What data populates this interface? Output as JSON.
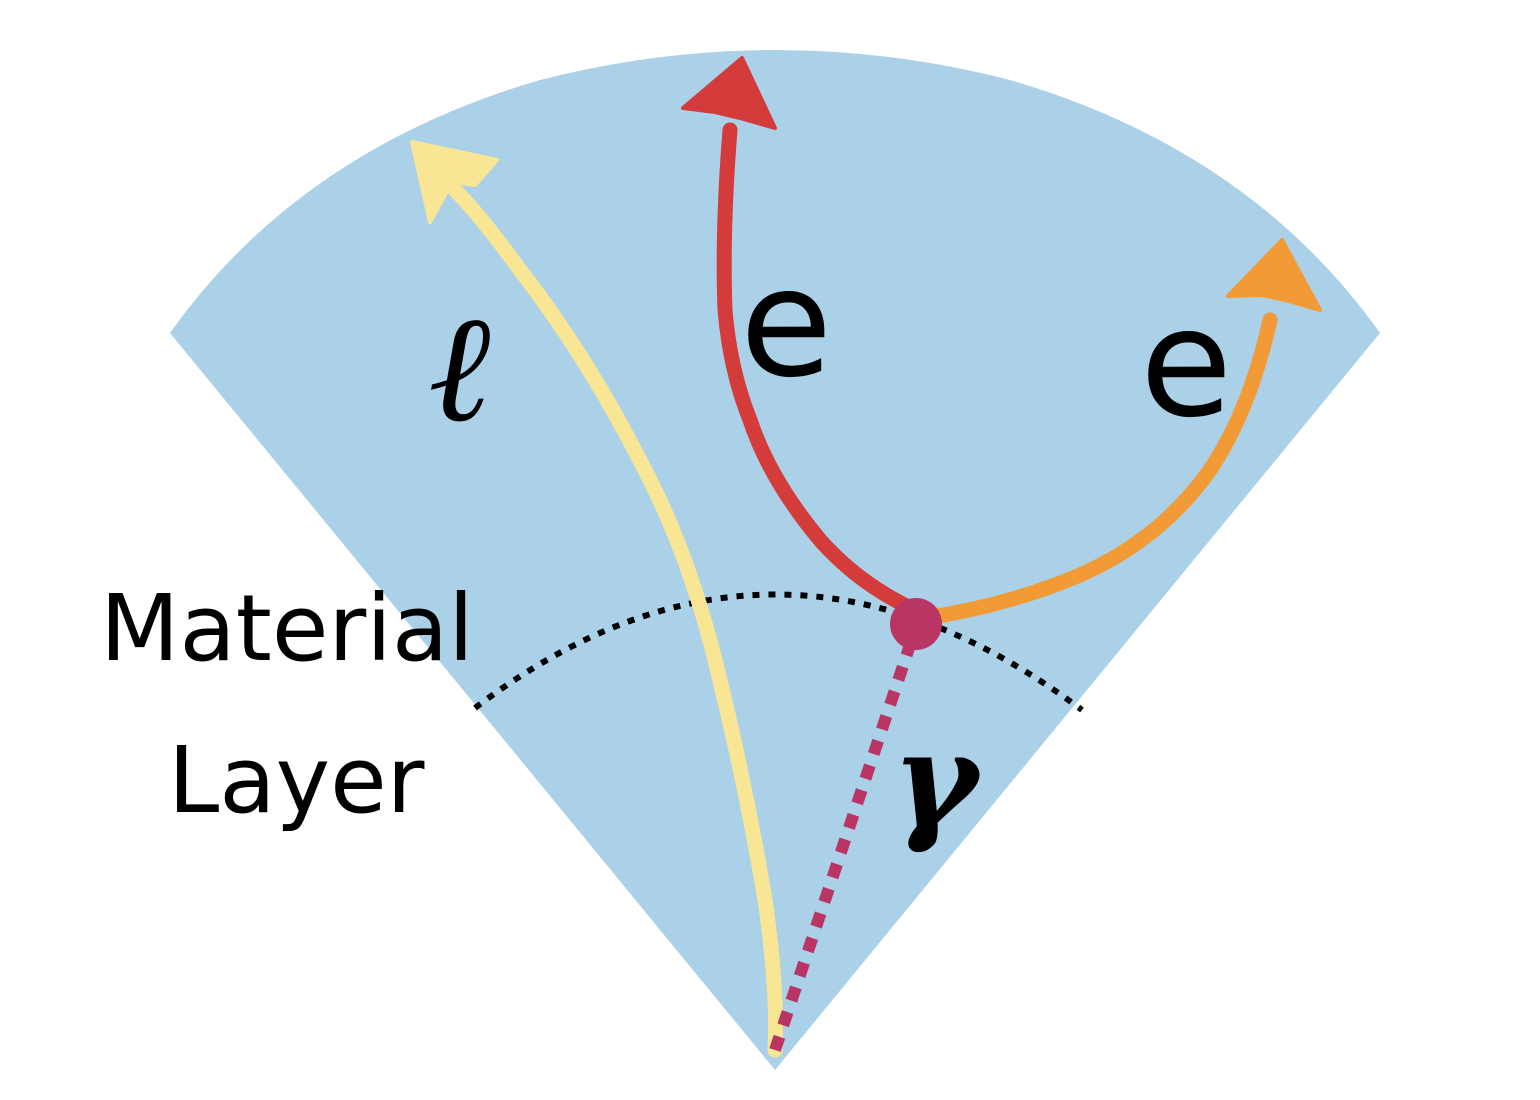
{
  "labels": {
    "lepton": "ℓ",
    "electron_1": "e",
    "electron_2": "e",
    "photon": "γ",
    "material_line1": "Material",
    "material_line2": "Layer"
  },
  "colors": {
    "detector_region": "#abd1e8",
    "lepton_track": "#f9e694",
    "electron_track_1": "#d43b3b",
    "electron_track_2": "#f29a36",
    "photon_track": "#b93563",
    "conversion_vertex": "#b93563",
    "material_boundary": "#000000"
  }
}
